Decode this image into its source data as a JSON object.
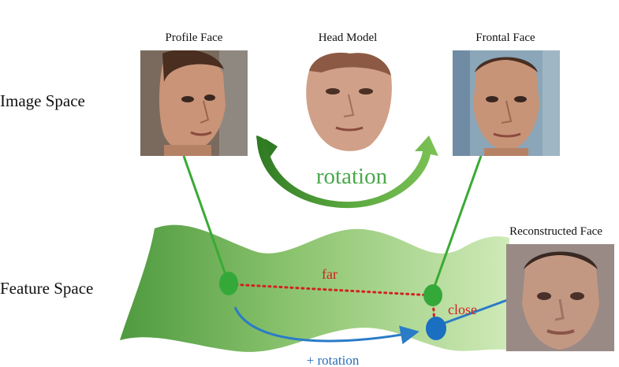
{
  "row_labels": {
    "image_space": "Image Space",
    "feature_space": "Feature Space"
  },
  "captions": {
    "profile": "Profile Face",
    "head_model": "Head Model",
    "frontal": "Frontal Face",
    "reconstructed": "Reconstructed Face"
  },
  "annotations": {
    "rotation": "rotation",
    "far": "far",
    "close": "close",
    "plus_rotation": "+ rotation"
  },
  "colors": {
    "green_line": "#3aaa35",
    "green_node": "#35a83a",
    "blue_node": "#1a6fc0",
    "blue_arrow": "#2a7cc7",
    "red_dotted": "#d42020",
    "rotation_text": "#49a84a",
    "manifold_dark": "#4f9a3f",
    "manifold_light": "#c7e6ae"
  }
}
